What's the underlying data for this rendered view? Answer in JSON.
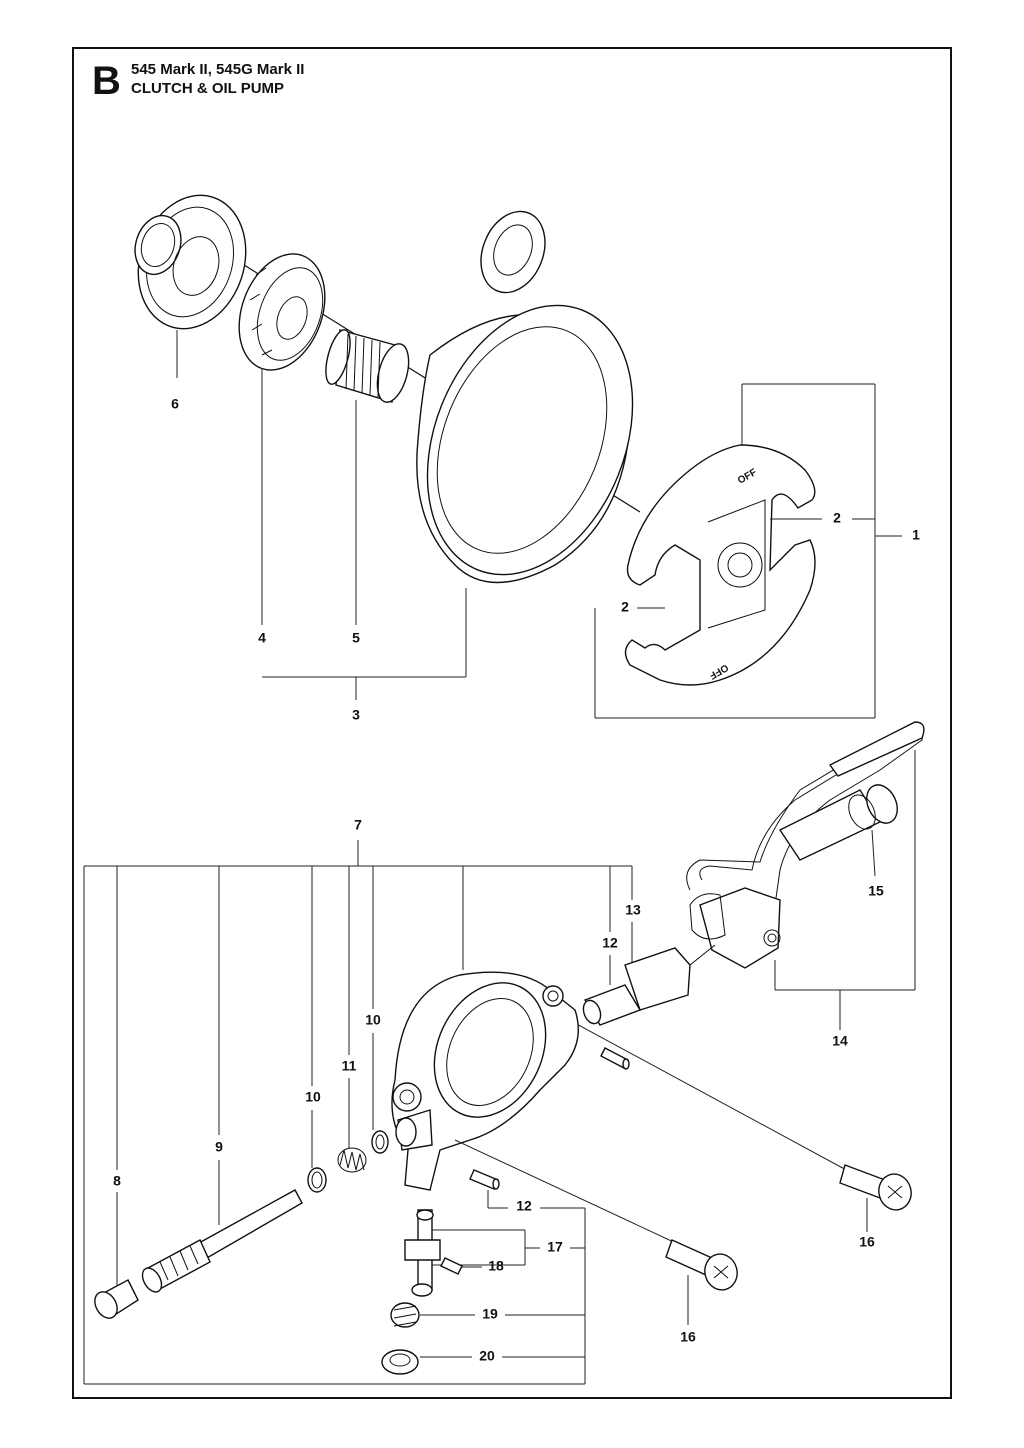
{
  "header": {
    "section_letter": "B",
    "model": "545 Mark II, 545G Mark II",
    "title": "CLUTCH & OIL PUMP"
  },
  "callouts": {
    "c1": "1",
    "c2a": "2",
    "c2b": "2",
    "c3": "3",
    "c4": "4",
    "c5": "5",
    "c6": "6",
    "c7": "7",
    "c8": "8",
    "c9": "9",
    "c10a": "10",
    "c10b": "10",
    "c11": "11",
    "c12a": "12",
    "c12b": "12",
    "c13": "13",
    "c14": "14",
    "c15": "15",
    "c16a": "16",
    "c16b": "16",
    "c17": "17",
    "c18": "18",
    "c19": "19",
    "c20": "20"
  },
  "clutch_markings": {
    "top": "OFF",
    "bottom": "OFF"
  }
}
